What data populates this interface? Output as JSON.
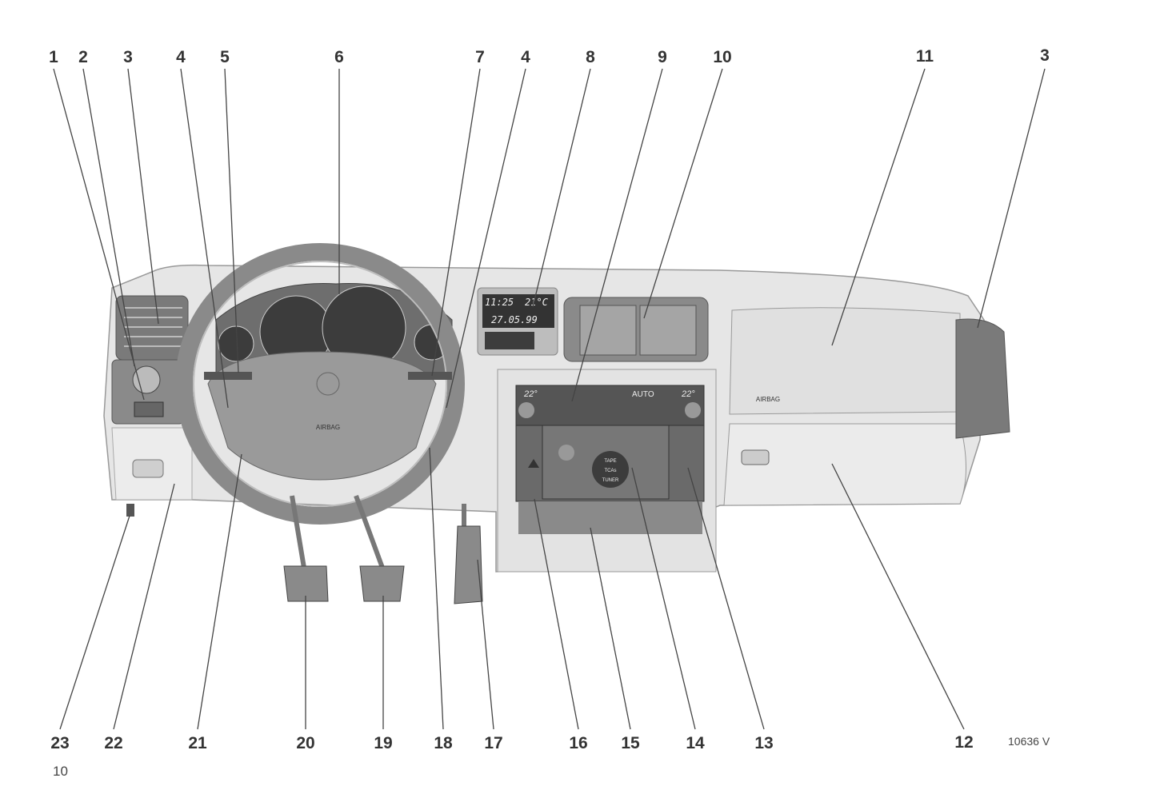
{
  "labels_top": [
    "1",
    "2",
    "3",
    "4",
    "5",
    "6",
    "7",
    "4",
    "8",
    "9",
    "10",
    "11",
    "3"
  ],
  "labels_bottom": [
    "23",
    "22",
    "21",
    "20",
    "19",
    "18",
    "17",
    "16",
    "15",
    "14",
    "13",
    "12"
  ],
  "figure_code": "10636 V",
  "page_number": "10",
  "display": {
    "time": "11:25",
    "temp": "21°C",
    "date": "27.05.99"
  },
  "climate": {
    "left_temp": "22°",
    "right_temp": "22°",
    "mode": "AUTO"
  },
  "radio": {
    "tape": "TAPE",
    "tcas": "TCAs",
    "tuner": "TUNER"
  },
  "airbag_text": "AIRBAG"
}
